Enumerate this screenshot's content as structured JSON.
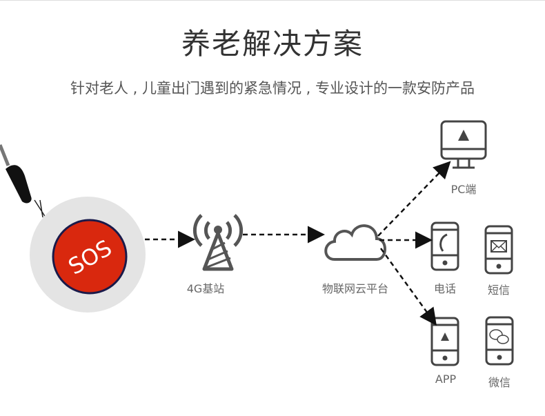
{
  "header": {
    "title": "养老解决方案",
    "subtitle": "针对老人 , 儿童出门遇到的紧急情况 , 专业设计的一款安防产品"
  },
  "device": {
    "button_text": "SOS"
  },
  "nodes": {
    "base_station": "4G基站",
    "cloud": "物联网云平台",
    "pc": "PC端",
    "phone": "电话",
    "sms": "短信",
    "app": "APP",
    "wechat": "微信"
  },
  "colors": {
    "sos_red": "#d9280e",
    "icon_gray": "#444444",
    "text_gray": "#666666"
  }
}
